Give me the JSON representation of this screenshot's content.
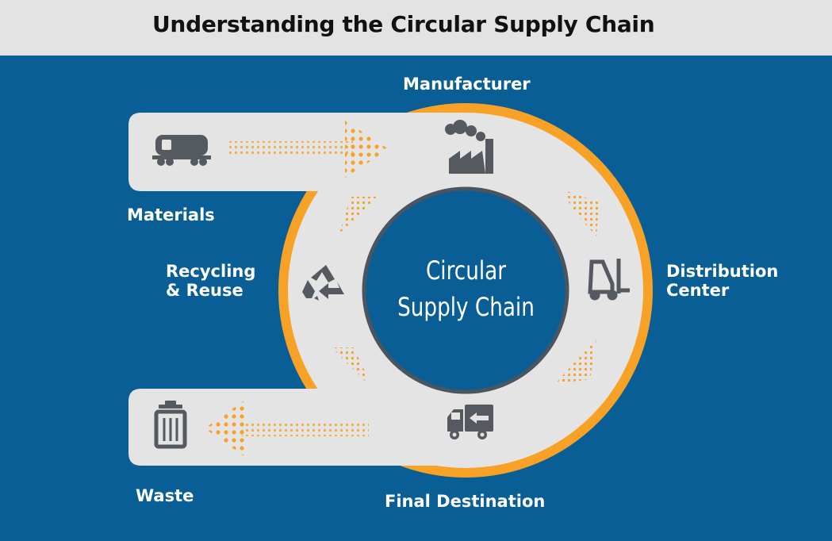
{
  "header": {
    "title": "Understanding the Circular Supply Chain"
  },
  "center": {
    "line1": "Circular",
    "line2": "Supply Chain"
  },
  "stages": {
    "manufacturer": "Manufacturer",
    "distribution_line1": "Distribution",
    "distribution_line2": "Center",
    "final_destination": "Final Destination",
    "waste": "Waste",
    "recycling_line1": "Recycling",
    "recycling_line2": "& Reuse",
    "materials": "Materials"
  },
  "icons": {
    "materials": "tank-car-icon",
    "manufacturer": "factory-icon",
    "distribution": "forklift-icon",
    "final_destination": "delivery-truck-icon",
    "waste": "trash-bin-icon",
    "recycling": "recycle-icon"
  },
  "colors": {
    "background": "#0a5e96",
    "header_bar": "#e3e3e3",
    "track": "#e4e4e4",
    "accent": "#f7a126",
    "icon": "#555a60",
    "inner_circle": "#0a5e96",
    "inner_border": "#4a5560"
  }
}
